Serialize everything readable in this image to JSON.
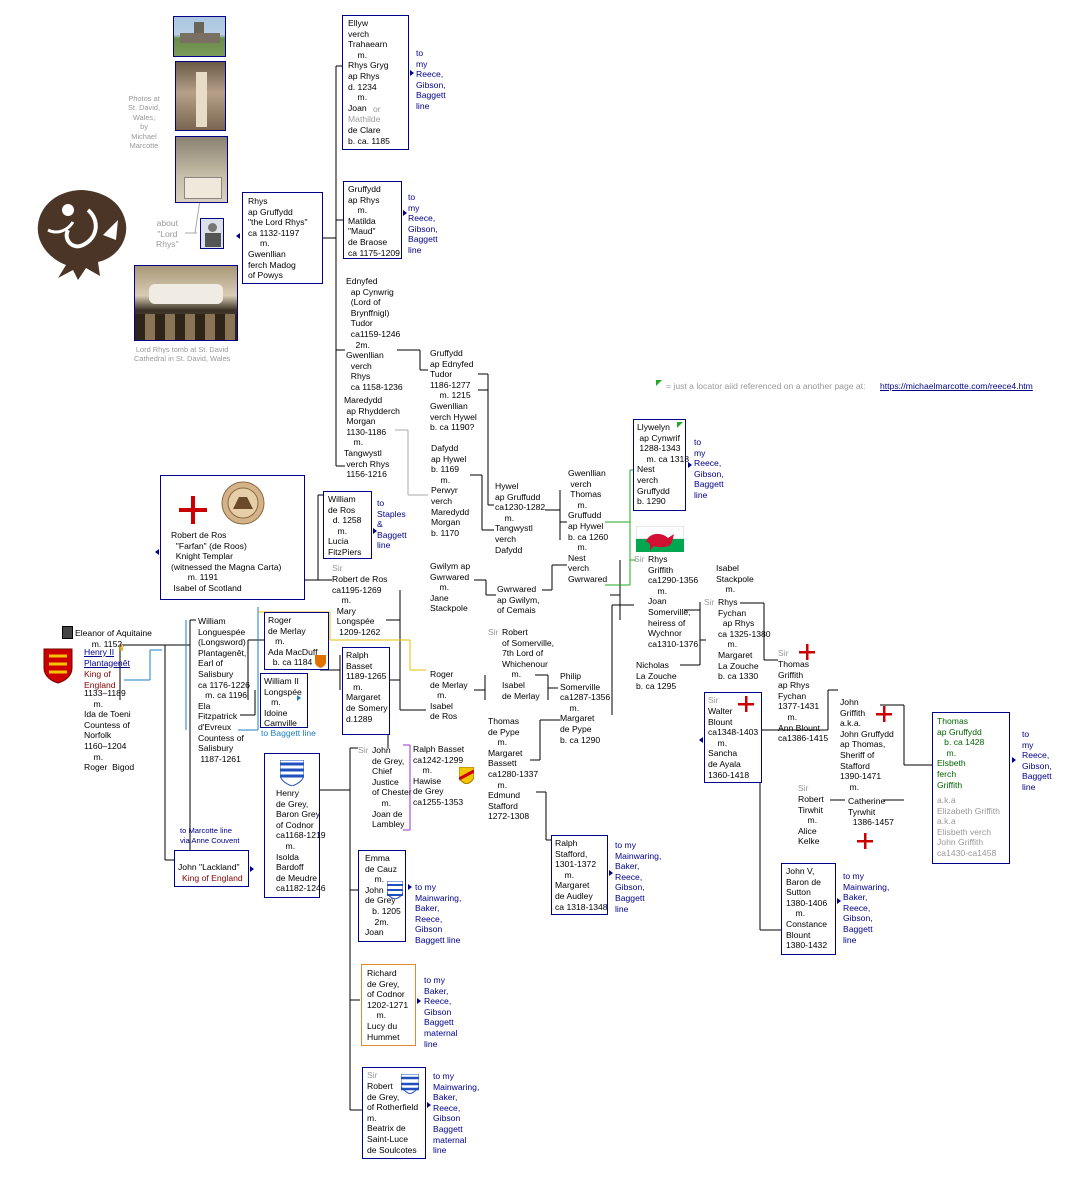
{
  "photos_caption": "Photos at\nSt. David,\nWales,\nby\nMichael\nMarcotte",
  "about_text": "about\n\"Lord\nRhys\"",
  "tomb_caption": "Lord Rhys tomb at St. David\nCathedral in St. David, Wales",
  "legend": {
    "text": "= just a locator aiid referenced on a another page at:",
    "url": "https://michaelmarcotte.com/reece4.htm",
    "color": "#22aa22"
  },
  "people": {
    "ellyw": "Ellyw\nverch\nTrahaearn\n    m.\nRhys Gryg\nap Rhys\nd. 1234\n    m.\nJoan",
    "ellyw_or": "or",
    "ellyw_mathilde": "Mathilde",
    "ellyw_tail": "de Clare\nb. ca. 1185",
    "gruffydd": "Gruffydd\nap Rhys\n    m.\nMatilda\n\"Maud\"\nde Braose\nca 1175-1209",
    "rhys": "Rhys\nap Gruffydd\n\"the Lord Rhys\"\nca 1132-1197\n     m.\nGwenllian\nferch Madog\nof Powys",
    "ednyfed": "Ednyfed\n  ap Cynwrig\n  (Lord of\n  Brynffnigl)\n  Tudor\n  ca1159-1246\n    2m.\nGwenllian\n  verch\n  Rhys\n  ca 1158-1236",
    "gruffydd2": "Gruffydd\nap Ednyfed\nTudor\n1186-1277\n    m. 1215\nGwenllian\nverch Hywel\nb. ca 1190?",
    "maredydd": "Maredydd\n ap Rhydderch\n Morgan\n 1130-1186\n    m.\nTangwystl\n verch Rhys\n 1156-1216",
    "dafydd": "Dafydd\nap Hywel\nb. 1169\n    m.\nPerwyr\nverch\nMaredydd\nMorgan\nb. 1170",
    "hywel": "Hywel\nap Gruffudd\nca1230-1282\n    m.\nTangwystl\nverch\nDafydd",
    "gwenllian3": "Gwenllian\n verch\n Thomas\n    m.\nGruffudd\nap Hywel\nb. ca 1260\n    m.\nNest\nverch\nGwrwared",
    "llywelyn": "Llywelyn\n ap Cynwrif\n 1288-1343\n    m. ca 1318\nNest\nverch\nGruffydd\nb. 1290",
    "william_ros": "William\nde Ros\n  d. 1258\n    m.\nLucia\nFitzPiers",
    "robert_templar": "Robert de Ros\n  \"Farfan\" (de Roos)\n  Knight Templar\n(witnessed the Magna Carta)\n       m. 1191\n Isabel of Scotland",
    "robert_ros2": "Robert de Ros\nca1195-1269\n    m.\n  Mary\n  Longspée\n   1209-1262",
    "gwilym": "Gwilym ap\nGwrwared\n    m.\nJane\nStackpole",
    "gwrwared": "Gwrwared\nap Gwilym,\nof Cemais",
    "rhys_griffith": "Rhys\nGriffith\nca1290-1356\n    m.\nJoan\nSomerville,\nheiress of\nWychnor\nca1310-1376",
    "isabel_stackpole": "Isabel\nStackpole\n    m.",
    "rhys_fychan": "Rhys\nFychan\n  ap Rhys\nca 1325-1380\n    m.\nMargaret\nLa Zouche\nb. ca 1330",
    "nicholas": "Nicholas\nLa Zouche\nb. ca 1295",
    "eleanor": "Eleanor of Aquitaine\n       m. 1152",
    "henry2_name": "Henry II\nPlantagenêt",
    "henry2_title": "King of\nEngland",
    "henry2_dates": "1133–1189\n    m.\nIda de Toeni\nCountess of\nNorfolk\n1160–1204\n    m.\nRoger  Bigod",
    "william_long": "William\nLonguespée\n(Longsword)\nPlantagenêt,\nEarl of\nSalisbury\nca 1176-1226\n   m. ca 1196\nEla\nFitzpatrick\nd'Evreux\nCountess of\nSalisbury\n 1187-1261",
    "roger_merlay": "Roger\nde Merlay\n   m.\nAda MacDuff\n  b. ca 1184",
    "william2": "William II\nLongspée\n   m.\nIdoine\nCamville",
    "to_baggett": "to Baggett line",
    "ralph_basset": "Ralph\nBasset\n1189-1265\n   m.\nMargaret\nde Somery\nd.1289",
    "roger_merlay2": "Roger\nde Merlay\n   m.\nIsabel\nde Ros",
    "robert_somerville": "Robert\nof Somerville,\n7th Lord of\nWhichenour\n    m.\nIsabel\nde Merlay",
    "philip_somerville": "Philip\nSomerville\nca1287-1356\n    m.\nMargaret\nde Pype\nb. ca 1290",
    "thomas_pype": "Thomas\nde Pype\n    m.\nMargaret\nBassett\nca1280-1337\n    m.\nEdmund\nStafford\n1272-1308",
    "ralph_basset2": "Ralph Basset\nca1242-1299\n    m.\nHawise\nde Grey\nca1255-1353",
    "john_grey": "John\nde Grey,\nChief\nJustice\nof Chester\n    m.\nJoan de\nLambley",
    "henry_grey": "Henry\nde Grey,\nBaron Grey\nof Codnor\nca1168-1219\n    m.\nIsolda\nBardoff\nde Meudre\nca1182-1246",
    "to_marcotte": "to Marcotte line\nvia Anne Couvent",
    "john_lackland": "John \"Lackland\"",
    "john_title": "King of England",
    "emma_cauz": "Emma\nde Cauz\n    m.\nJohn\nde Grey\n   b. 1205\n    2m.\nJoan",
    "richard_grey": "Richard\nde Grey,\nof Codnor\n1202-1271\n    m.\nLucy du\nHummet",
    "robert_rotherfield": "Robert\nde Grey,\nof Rotherfield\nm.\nBeatrix de\nSaint-Luce\nde Soulcotes",
    "ralph_stafford": "Ralph\nStafford,\n1301-1372\n    m.\nMargaret\nde Audley\nca 1318-1348",
    "thomas_griffith": "Thomas\nGriffith\nap Rhys\nFychan\n1377-1431\n    m.\nAnn Blount\nca1386-1415",
    "walter_blount": "Walter\nBlount\nca1348-1403\n    m.\nSancha\nde Ayala\n1360-1418",
    "john_griffith": "John\nGriffith\na.k.a.\nJohn Gruffydd\nap Thomas,\nSheriff of\nStafford\n1390-1471\n    m.",
    "robert_tirwhit": "Robert\nTirwhit\n    m.\nAlice\nKelke",
    "catherine": "Catherine\nTyrwhit\n  1386-1457",
    "john_v": "John V,\nBaron de\nSutton\n1380-1406\n    m.\nConstance\nBlount\n1380-1432",
    "thomas_gruffydd": "Thomas\nap Gruffydd\n   b. ca 1428\n    m.\nElsbeth\nferch\nGriffith",
    "thomas_aka": "a.k.a\nElizabeth Griffith\na.k.a\nElisbeth verch\nJohn Griffith\nca1430-ca1458",
    "sir": "Sir"
  },
  "links": {
    "reece_gibson_baggett": "to\nmy\nReece,\nGibson,\nBaggett\nline",
    "staples_baggett": "to\nStaples\n&\nBaggett\nline",
    "mainwaring_baker": "to my\nMainwaring,\nBaker,\nReece,\nGibson,\nBaggett\nline",
    "mainwaring_baker2": "to my\nMainwaring,\nBaker,\nReece,\nGibson\nBaggett line",
    "baker_maternal": "to my\nBaker,\nReece,\nGibson\nBaggett\nmaternal\nline",
    "mainwaring_maternal": "to my\nMainwaring,\nBaker,\nReece,\nGibson\nBaggett\nmaternal\nline",
    "mainwaring_reece": "to my\nMainwaring,\nBaker,\nReece,\nGibson,\nBaggett\nline"
  },
  "icons": {
    "dragon_emblem": "welsh-dragon-emblem-icon",
    "cross": "red-cross-icon",
    "seal": "templar-seal-icon",
    "crown": "crown-icon",
    "wales_flag": "wales-flag-icon",
    "arms": "coat-of-arms-icon"
  }
}
